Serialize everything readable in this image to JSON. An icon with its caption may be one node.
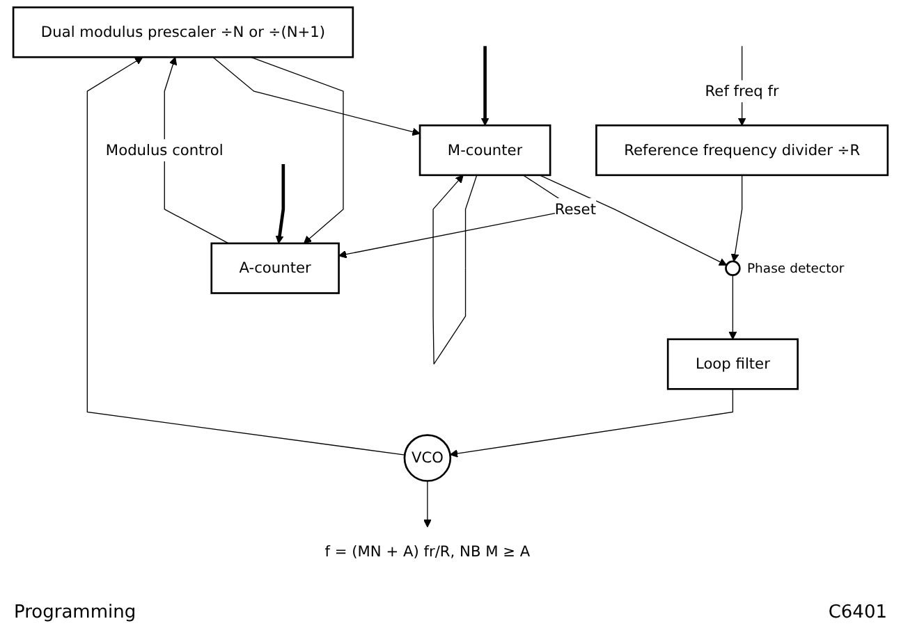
{
  "diagram": {
    "nodes": [
      {
        "text": [
          "f = (MN + A) fr/R, NB M ≥ A"
        ]
      },
      {
        "text": [
          "Dual modulus prescaler ÷N or ÷(N+1)"
        ]
      },
      {
        "text": [
          "Reference frequency divider ÷R"
        ]
      },
      {
        "text": [
          "VCO"
        ]
      },
      {
        "text": [
          "A-counter"
        ]
      },
      {
        "text": [
          "M-counter"
        ]
      },
      {
        "text": [],
        "shape": "circle",
        "beside": [
          "Phase detector"
        ]
      },
      {
        "text": [
          "Loop filter"
        ]
      }
    ],
    "edges": [
      {
        "from": 3,
        "to": 0,
        "arrow": "to"
      },
      {
        "from": 3,
        "to": 1,
        "arrow": "to"
      },
      {
        "from": null,
        "to": 2,
        "arrow": "to",
        "label": "Ref freq fr"
      },
      {
        "from": 4,
        "to": 1,
        "arrow": "to",
        "label": "Modulus control"
      },
      {
        "from": 1,
        "to": 4,
        "arrow": "to"
      },
      {
        "from": 1,
        "to": 5,
        "arrow": "to"
      },
      {
        "from": null,
        "to": 4,
        "arrow": "to",
        "style": "thick"
      },
      {
        "from": null,
        "to": 5,
        "arrow": "to",
        "style": "thick"
      },
      {
        "from": 2,
        "to": 6,
        "arrow": "to"
      },
      {
        "from": 5,
        "to": 6,
        "arrow": "to"
      },
      {
        "from": 5,
        "to": 4,
        "arrow": "to",
        "label": "Reset"
      },
      {
        "from": 6,
        "to": 7,
        "arrow": "to"
      },
      {
        "from": 7,
        "to": 3,
        "arrow": "to"
      },
      {
        "from": 5,
        "to": 5,
        "arrow": "to"
      }
    ],
    "labels": [
      "Programming",
      "C6401"
    ]
  }
}
